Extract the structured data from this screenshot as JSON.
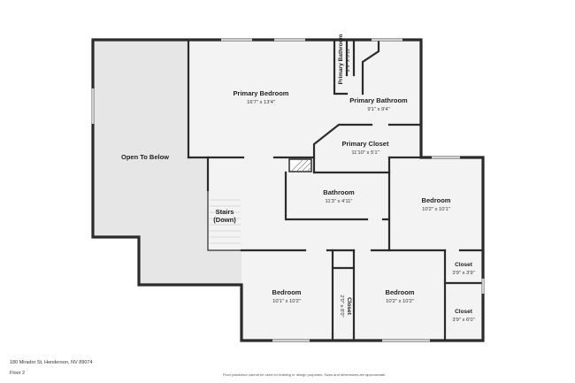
{
  "plan": {
    "address": "180 Mirador St, Henderson, NV 89074",
    "floor": "Floor 2",
    "disclaimer": "Floor plans/tour cannot be used for building or design purposes. Sizes and dimensions are approximate.",
    "rooms": {
      "open_to_below": {
        "label": "Open To Below"
      },
      "primary_bedroom": {
        "label": "Primary Bedroom",
        "dim": "16'7\" x 13'4\""
      },
      "primary_bathroom": {
        "label": "Primary Bathroom",
        "dim": "9'1\" x 9'4\""
      },
      "primary_bathroom_small": {
        "label": "Primary Bathroom",
        "dim": "2'9\" x 5'11\""
      },
      "primary_closet": {
        "label": "Primary Closet",
        "dim": "11'10\" x 5'1\""
      },
      "bathroom": {
        "label": "Bathroom",
        "dim": "11'3\" x 4'11\""
      },
      "bedroom_right": {
        "label": "Bedroom",
        "dim": "10'2\" x 10'1\""
      },
      "stairs": {
        "label_line1": "Stairs",
        "label_line2": "(Down)"
      },
      "bedroom_bottom_left": {
        "label": "Bedroom",
        "dim": "10'1\" x 10'2\""
      },
      "closet_middle": {
        "label": "Closet",
        "dim": "2'0\" x 8'0\""
      },
      "bedroom_bottom_right": {
        "label": "Bedroom",
        "dim": "10'2\" x 10'2\""
      },
      "closet_top_right": {
        "label": "Closet",
        "dim": "3'9\" x 3'9\""
      },
      "closet_bottom_right": {
        "label": "Closet",
        "dim": "3'9\" x 6'0\""
      }
    }
  },
  "colors": {
    "wall": "#2b2b2b",
    "floor_fill": "#f3f3f3",
    "open_fill": "#e6e6e6",
    "window": "#d9d9d9",
    "text": "#222222"
  }
}
